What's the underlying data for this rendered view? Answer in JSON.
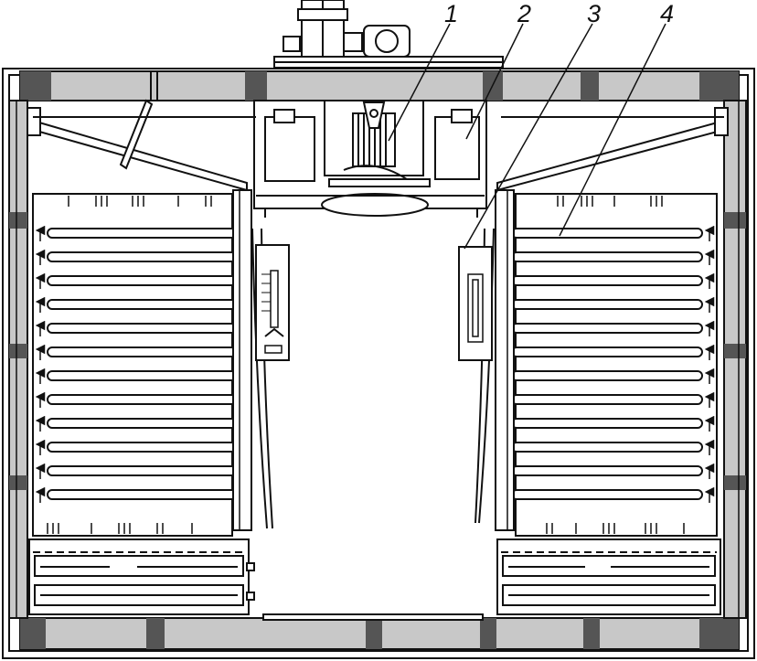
{
  "colors": {
    "ink": "#111111",
    "fill_gray": "#c8c8c8",
    "dark": "#555555",
    "paper": "#ffffff"
  },
  "labels": [
    {
      "id": "label-1",
      "text": "1"
    },
    {
      "id": "label-2",
      "text": "2"
    },
    {
      "id": "label-3",
      "text": "3"
    },
    {
      "id": "label-4",
      "text": "4"
    }
  ],
  "tray_rows": 12,
  "bottom_trays": 2
}
